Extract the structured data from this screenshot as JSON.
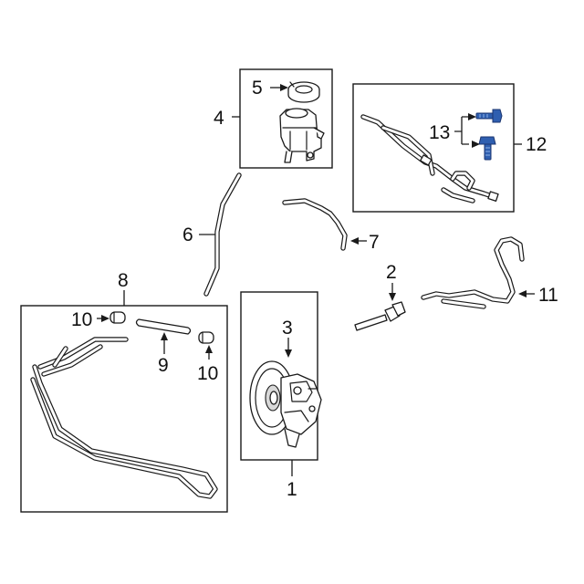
{
  "diagram": {
    "callouts": {
      "c1": "1",
      "c2": "2",
      "c3": "3",
      "c4": "4",
      "c5": "5",
      "c6": "6",
      "c7": "7",
      "c8": "8",
      "c9": "9",
      "c10a": "10",
      "c10b": "10",
      "c11": "11",
      "c12": "12",
      "c13": "13"
    },
    "colors": {
      "line": "#1a1a1a",
      "highlight_bolts": "#2f5fb0",
      "background": "#ffffff"
    }
  }
}
